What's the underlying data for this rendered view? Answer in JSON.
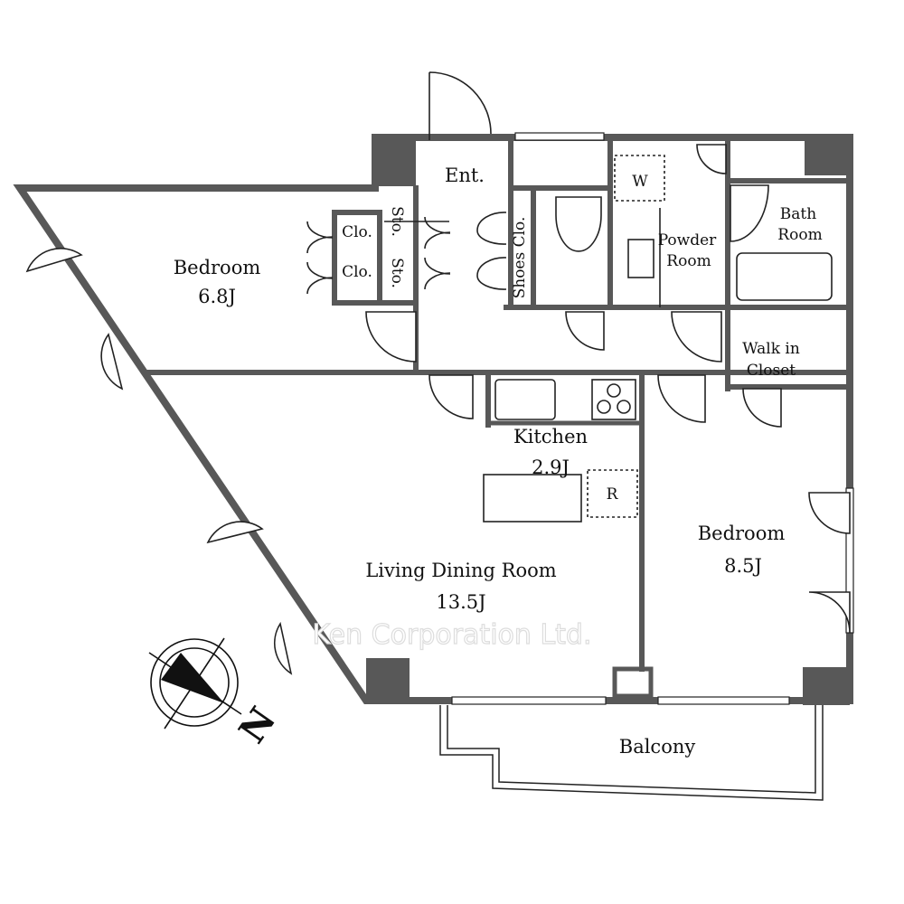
{
  "rooms": {
    "bedroom1": {
      "name": "Bedroom",
      "size": "6.8J"
    },
    "entrance": "Ent.",
    "storage": [
      "Sto.",
      "Sto."
    ],
    "closets": [
      "Clo.",
      "Clo."
    ],
    "shoes_closet": "Shoes Clo.",
    "washer": "W",
    "powder_room": [
      "Powder",
      "Room"
    ],
    "bath_room": [
      "Bath",
      "Room"
    ],
    "walk_in_closet": [
      "Walk in",
      "Closet"
    ],
    "kitchen": {
      "name": "Kitchen",
      "size": "2.9J"
    },
    "refrigerator": "R",
    "living": {
      "name": "Living Dining Room",
      "size": "13.5J"
    },
    "bedroom2": {
      "name": "Bedroom",
      "size": "8.5J"
    },
    "balcony": "Balcony"
  },
  "watermark": "Ken Corporation Ltd.",
  "compass": {
    "label": "N"
  },
  "colors": {
    "wall": "#585858",
    "line": "#222222"
  }
}
